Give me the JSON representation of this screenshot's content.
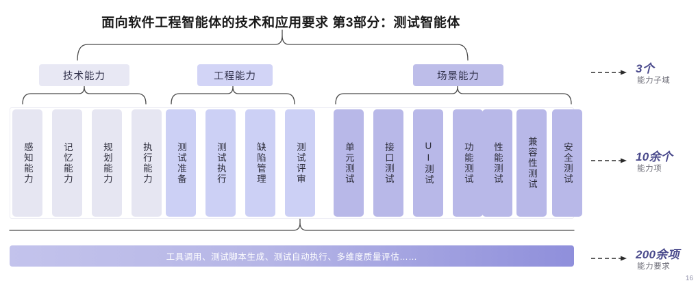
{
  "slide": {
    "title": "面向软件工程智能体的技术和应用要求 第3部分：测试智能体",
    "page_number": "16"
  },
  "groups": [
    {
      "header": "技术能力",
      "tier": 1,
      "cards": [
        "感知能力",
        "记忆能力",
        "规划能力",
        "执行能力"
      ]
    },
    {
      "header": "工程能力",
      "tier": 2,
      "cards": [
        "测试准备",
        "测试执行",
        "缺陷管理",
        "测试评审"
      ]
    },
    {
      "header": "场景能力",
      "tier": 3,
      "cards": [
        "单元测试",
        "接口测试",
        "UI测试",
        "功能测试",
        "性能测试",
        "兼容性测试",
        "安全测试"
      ]
    }
  ],
  "bottom_bar": {
    "text": "工具调用、测试脚本生成、测试自动执行、多维度质量评估……"
  },
  "annotations": [
    {
      "count": "3个",
      "label": "能力子域"
    },
    {
      "count": "10余个",
      "label": "能力项"
    },
    {
      "count": "200余项",
      "label": "能力要求"
    }
  ],
  "colors": {
    "tier1": "#e6e6f2",
    "tier2": "#ccd0f5",
    "tier3": "#b8b8e8",
    "chip1": "#e8e8f4",
    "chip2": "#d2d4f6",
    "chip3": "#bdbde9",
    "bar_start": "#c3c3ec",
    "bar_end": "#8f8fdb",
    "accent_text": "#4a4a8c",
    "brace": "#4a4a4a"
  }
}
